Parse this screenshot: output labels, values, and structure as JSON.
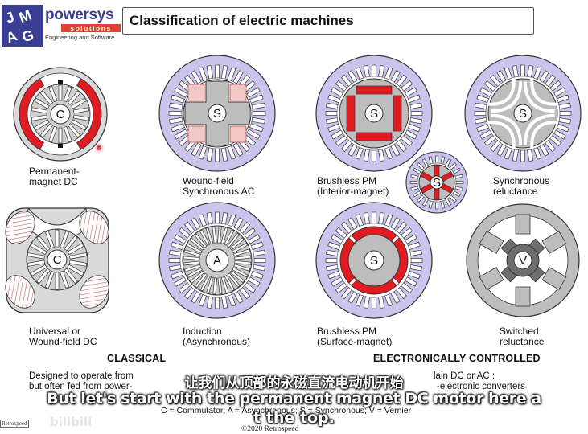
{
  "logo": {
    "letters": [
      "J",
      "M",
      "A",
      "G"
    ],
    "brand": "powersys",
    "brand_sub": "solutions",
    "tagline": "Engineering and Software"
  },
  "title": "Classification of electric machines",
  "machines": [
    {
      "id": "pmdc",
      "label": [
        "Permanent-",
        "magnet DC"
      ],
      "center_letter": "C"
    },
    {
      "id": "wound-field-sync",
      "label": [
        "Wound-field",
        "Synchronous AC"
      ],
      "center_letter": "S"
    },
    {
      "id": "brushless-interior",
      "label": [
        "Brushless PM",
        "(Interior-magnet)"
      ],
      "center_letter": "S"
    },
    {
      "id": "sync-reluctance",
      "label": [
        "Synchronous",
        "reluctance"
      ],
      "center_letter": "S"
    },
    {
      "id": "universal",
      "label": [
        "Universal or",
        "Wound-field DC"
      ],
      "center_letter": "C"
    },
    {
      "id": "induction",
      "label": [
        "Induction",
        "(Asynchronous)"
      ],
      "center_letter": "A"
    },
    {
      "id": "brushless-surface",
      "label": [
        "Brushless PM",
        "(Surface-magnet)"
      ],
      "center_letter": "S"
    },
    {
      "id": "switched-reluctance",
      "label": [
        "Switched",
        "reluctance"
      ],
      "center_letter": "V"
    },
    {
      "id": "small-rotor",
      "center_letter": "S"
    }
  ],
  "headings": {
    "classical": "CLASSICAL",
    "electronic": "ELECTRONICALLY CONTROLLED"
  },
  "descriptions": {
    "left_1": "Designed to operate from",
    "left_2": "but often fed from power-",
    "right_1": "lain DC or AC :",
    "right_2": "-electronic converters",
    "legend_line": "C = Commutator;   A = Asynchronous;   S = Synchronous;   V = Vernier"
  },
  "subtitles": {
    "zh": "让我们从顶部的永磁直流电动机开始",
    "en_line1": "But let's start with the permanent magnet DC motor here a",
    "en_line2": "t the top."
  },
  "footer": {
    "copyright": "©2020 Retrospeed",
    "badge": "Retrospeed",
    "watermark": "bilibili"
  },
  "colors": {
    "stator_fill": "#c9c5ec",
    "magnet_red": "#e21b23",
    "gray": "#bdbdbd",
    "dark_gray": "#6e6e6e",
    "brand_blue": "#3a3f93"
  }
}
